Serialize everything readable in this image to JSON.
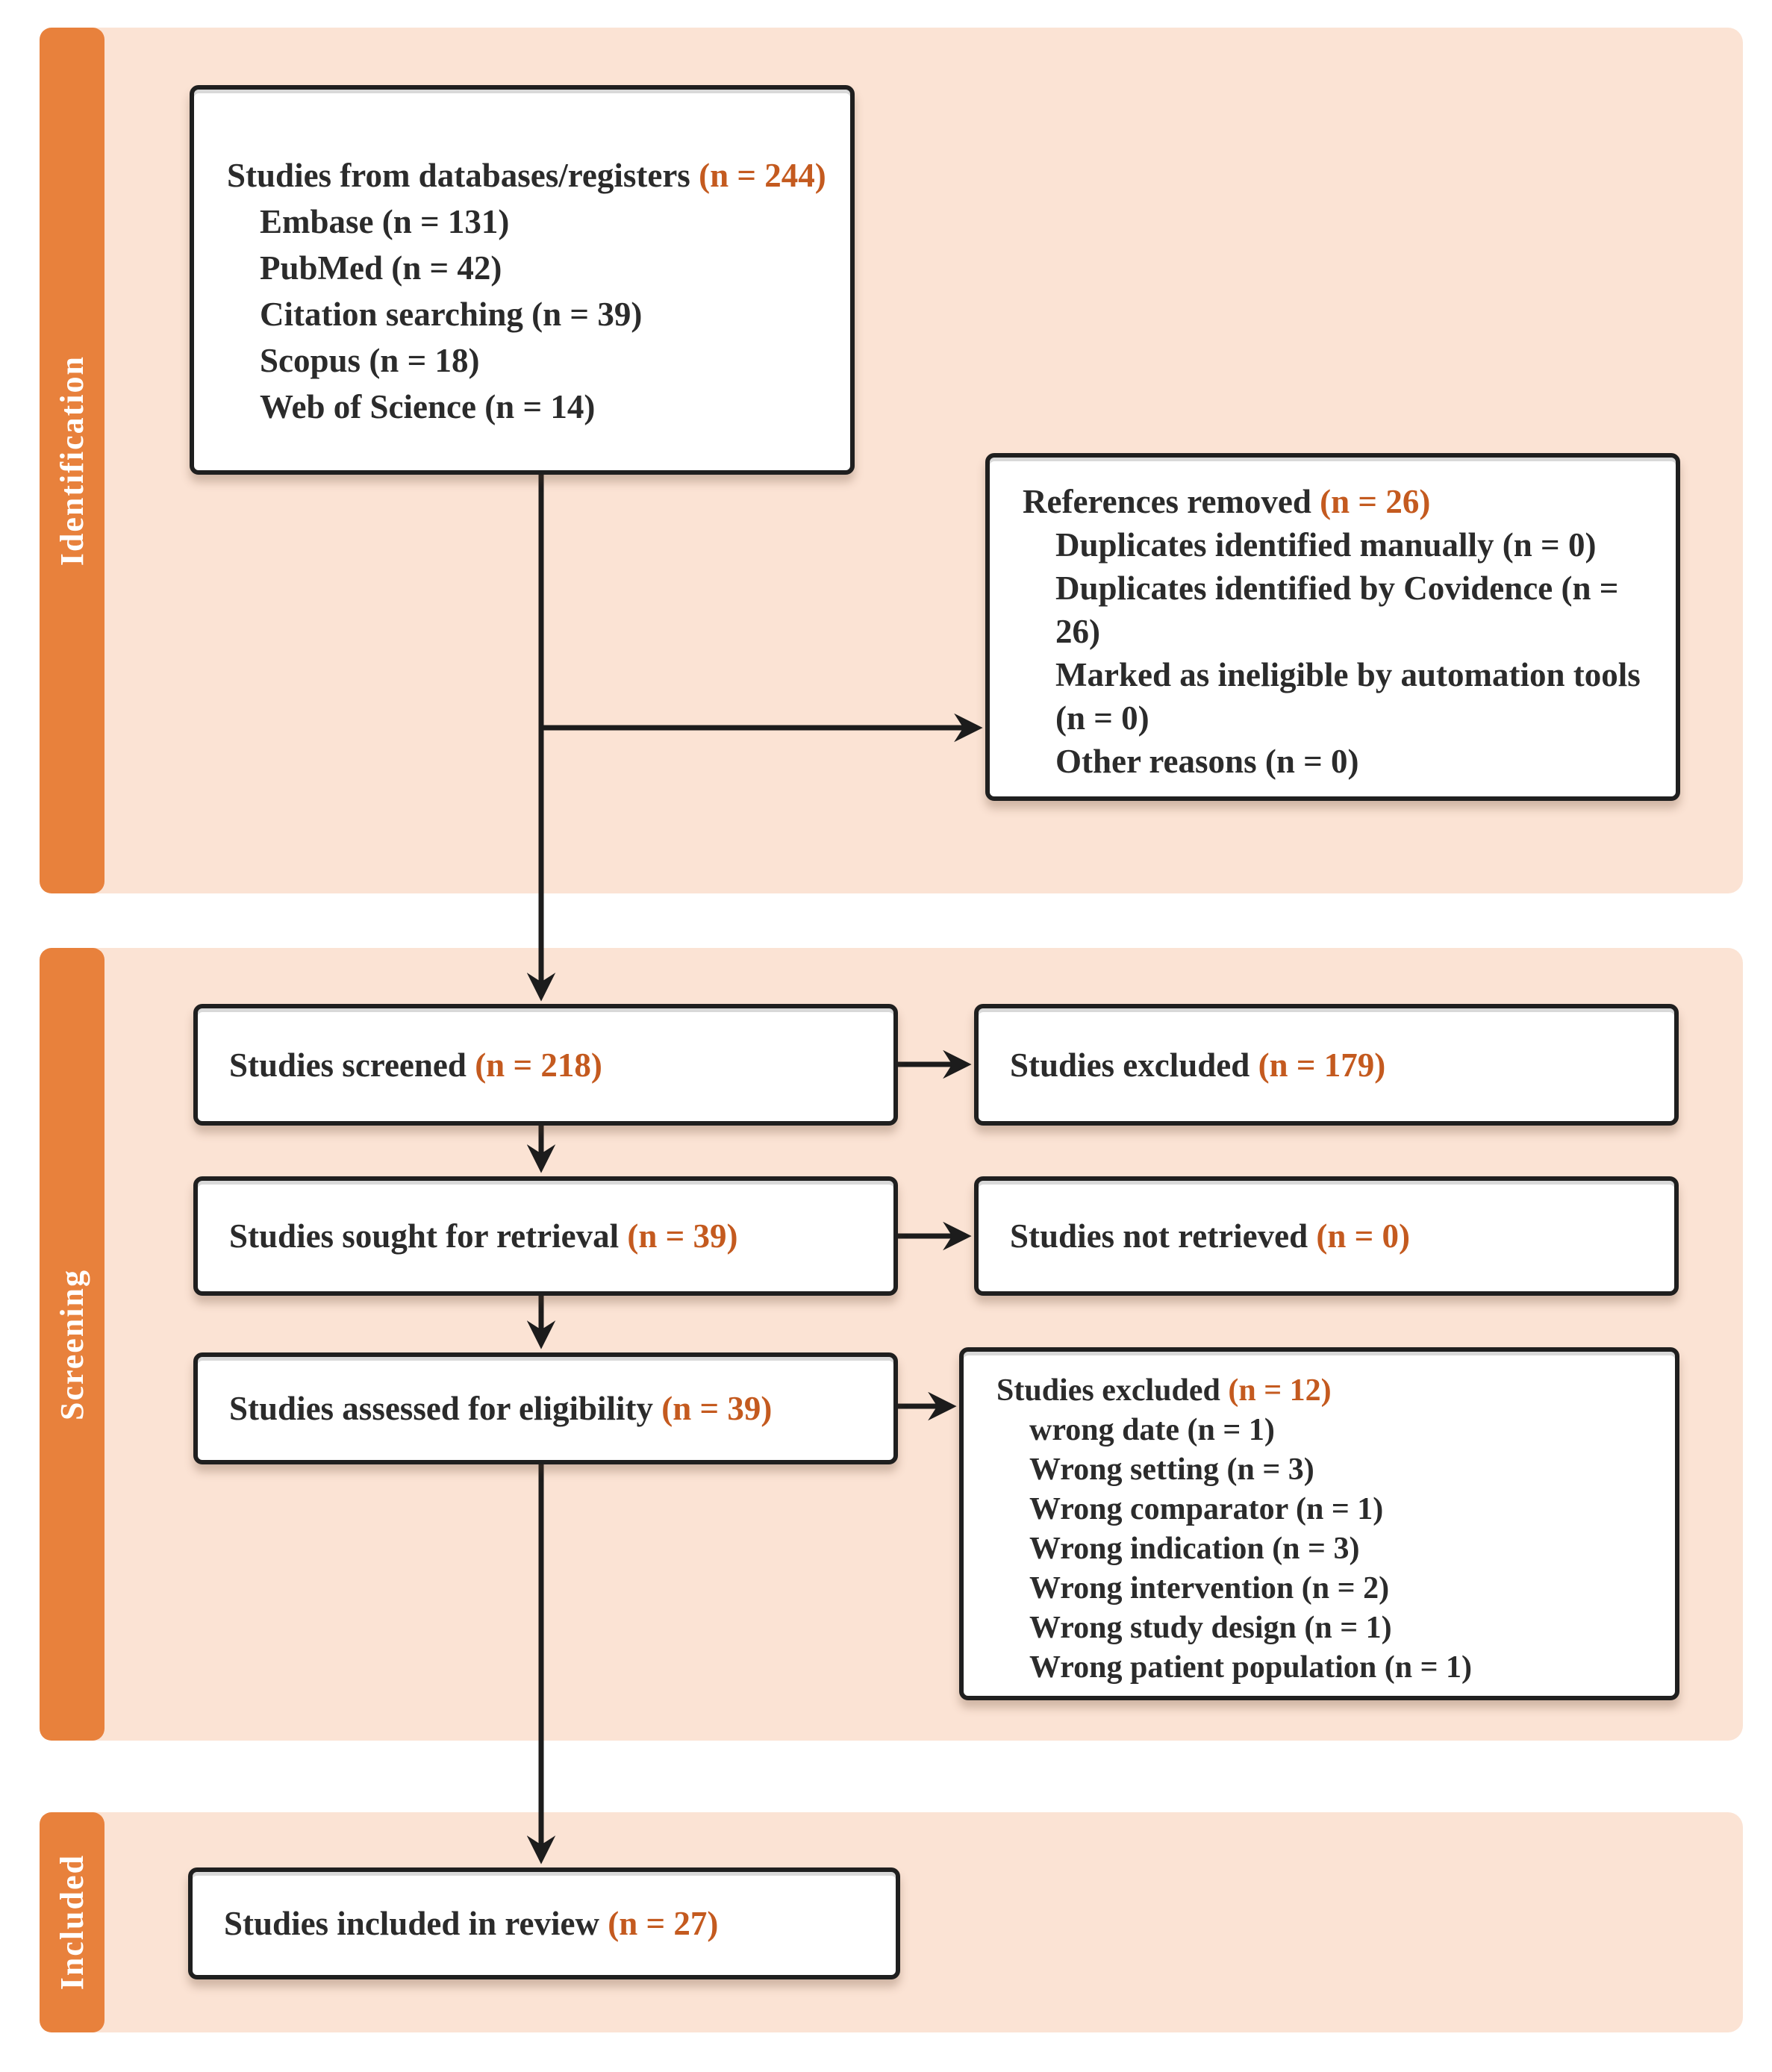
{
  "figure": {
    "type": "PRISMA flow diagram"
  },
  "colors": {
    "sidebar_orange": "#e8813c",
    "band_pink": "#fbe3d4",
    "count_orange": "#c45a1f",
    "box_border": "#1f1f1f",
    "text": "#2b2b2b"
  },
  "sidebar": {
    "labels": [
      "Identification",
      "Screening",
      "Included"
    ]
  },
  "boxes": {
    "databases": {
      "title": "Studies from databases/registers",
      "count": "(n = 244)",
      "items": [
        "Embase (n = 131)",
        "PubMed (n = 42)",
        "Citation searching (n = 39)",
        "Scopus (n = 18)",
        "Web of Science (n = 14)"
      ]
    },
    "references_removed": {
      "title": "References removed",
      "count": "(n = 26)",
      "items": [
        "Duplicates identified manually (n = 0)",
        "Duplicates identified by Covidence (n = 26)",
        "Marked as ineligible by automation tools (n = 0)",
        "Other reasons (n = 0)"
      ]
    },
    "screened": {
      "title": "Studies screened",
      "count": "(n = 218)"
    },
    "excluded_screening": {
      "title": "Studies excluded",
      "count": "(n = 179)"
    },
    "sought": {
      "title": "Studies sought for retrieval",
      "count": "(n = 39)"
    },
    "not_retrieved": {
      "title": "Studies not retrieved",
      "count": "(n = 0)"
    },
    "assessed": {
      "title": "Studies assessed for eligibility",
      "count": "(n = 39)"
    },
    "excluded_eligibility": {
      "title": "Studies excluded",
      "count": "(n = 12)",
      "items": [
        "wrong date (n = 1)",
        "Wrong setting (n = 3)",
        "Wrong comparator (n = 1)",
        "Wrong indication (n = 3)",
        "Wrong intervention (n = 2)",
        "Wrong study design (n = 1)",
        "Wrong patient population (n = 1)"
      ]
    },
    "included": {
      "title": "Studies included in review",
      "count": "(n = 27)"
    }
  }
}
